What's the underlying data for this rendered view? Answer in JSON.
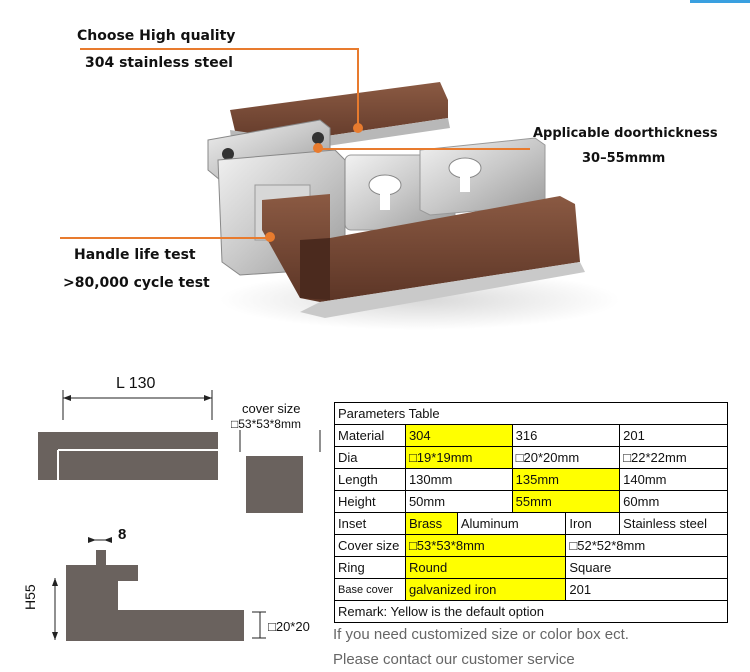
{
  "callouts": {
    "material_line1": "Choose High quality",
    "material_line2": "304 stainless steel",
    "door_line1": "Applicable doorthickness",
    "door_line2": "30–55mmm",
    "life_line1": "Handle life test",
    "life_line2": ">80,000 cycle test"
  },
  "drawing": {
    "length_label": "L 130",
    "cover_size_title": "cover size",
    "cover_size_value": "□53*53*8mm",
    "width_label": "8",
    "height_label": "H55",
    "section_label": "□20*20"
  },
  "table": {
    "title": "Parameters Table",
    "rows": [
      {
        "label": "Material",
        "cells": [
          "304",
          "316",
          "201"
        ]
      },
      {
        "label": "Dia",
        "cells": [
          "□19*19mm",
          "□20*20mm",
          "□22*22mm"
        ]
      },
      {
        "label": "Length",
        "cells": [
          "130mm",
          "135mm",
          "140mm"
        ]
      },
      {
        "label": "Height",
        "cells": [
          "50mm",
          "55mm",
          "60mm"
        ]
      },
      {
        "label": "Inset",
        "cells": [
          "Brass",
          "Aluminum",
          "Iron",
          "Stainless steel"
        ]
      },
      {
        "label": "Cover size",
        "cells": [
          "□53*53*8mm",
          "□52*52*8mm"
        ]
      },
      {
        "label": "Ring",
        "cells": [
          "Round",
          "Square"
        ]
      },
      {
        "label": "Base cover",
        "cells": [
          "galvanized iron",
          "201"
        ]
      }
    ],
    "remark": "Remark: Yellow is the default option"
  },
  "notes": {
    "line1": "If you need customized size or color box ect.",
    "line2": "Please contact our customer service"
  },
  "colors": {
    "highlight": "#ffff00",
    "callout_line": "#e87b2e",
    "drawing_fill": "#6a625e",
    "wood": "#7a4a35"
  }
}
